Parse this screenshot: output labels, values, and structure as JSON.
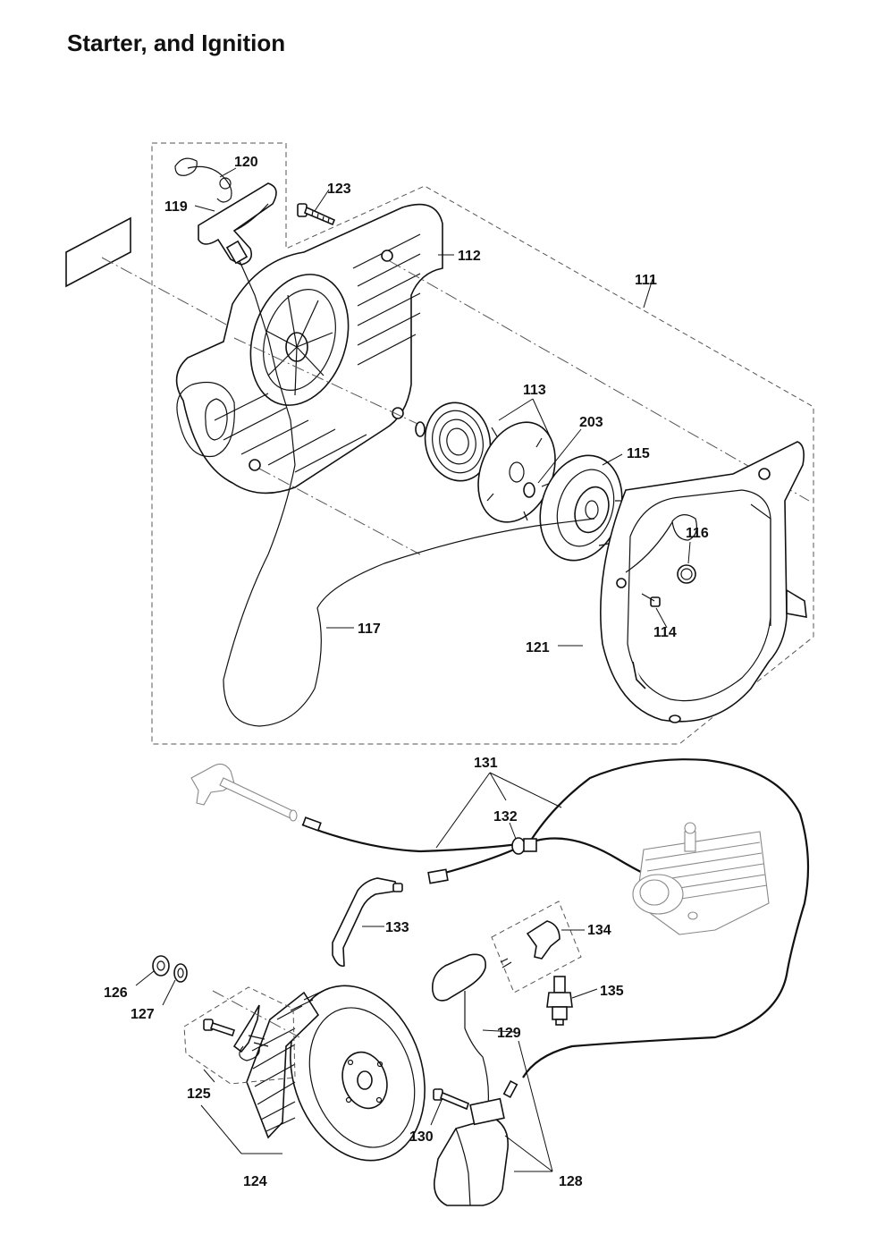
{
  "title": "Starter, and Ignition",
  "parts": {
    "p111": "111",
    "p112": "112",
    "p113": "113",
    "p114": "114",
    "p115": "115",
    "p116": "116",
    "p117": "117",
    "p119": "119",
    "p120": "120",
    "p121": "121",
    "p123": "123",
    "p124": "124",
    "p125": "125",
    "p126": "126",
    "p127": "127",
    "p128": "128",
    "p129": "129",
    "p130": "130",
    "p131": "131",
    "p132": "132",
    "p133": "133",
    "p134": "134",
    "p135": "135",
    "p203": "203"
  }
}
